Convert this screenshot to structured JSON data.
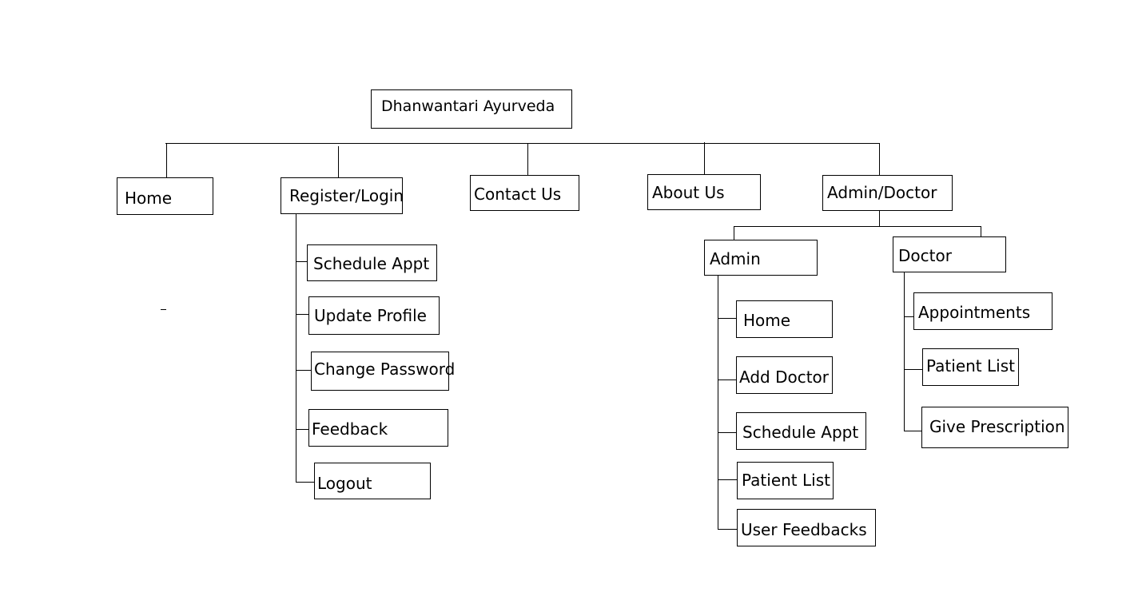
{
  "diagram": {
    "root": {
      "label": "Dhanwantari Ayurveda"
    },
    "level1": {
      "home": {
        "label": "Home"
      },
      "register_login": {
        "label": "Register/Login"
      },
      "contact_us": {
        "label": "Contact Us"
      },
      "about_us": {
        "label": "About Us"
      },
      "admin_doctor": {
        "label": "Admin/Doctor"
      }
    },
    "register_login_children": [
      {
        "label": "Schedule Appt"
      },
      {
        "label": "Update Profile"
      },
      {
        "label": "Change Password"
      },
      {
        "label": "Feedback"
      },
      {
        "label": "Logout"
      }
    ],
    "admin_doctor_children": {
      "admin": {
        "label": "Admin"
      },
      "doctor": {
        "label": "Doctor"
      }
    },
    "admin_children": [
      {
        "label": "Home"
      },
      {
        "label": "Add Doctor"
      },
      {
        "label": "Schedule Appt"
      },
      {
        "label": "Patient List"
      },
      {
        "label": "User Feedbacks"
      }
    ],
    "doctor_children": [
      {
        "label": "Appointments"
      },
      {
        "label": "Patient List"
      },
      {
        "label": "Give Prescription"
      }
    ]
  }
}
